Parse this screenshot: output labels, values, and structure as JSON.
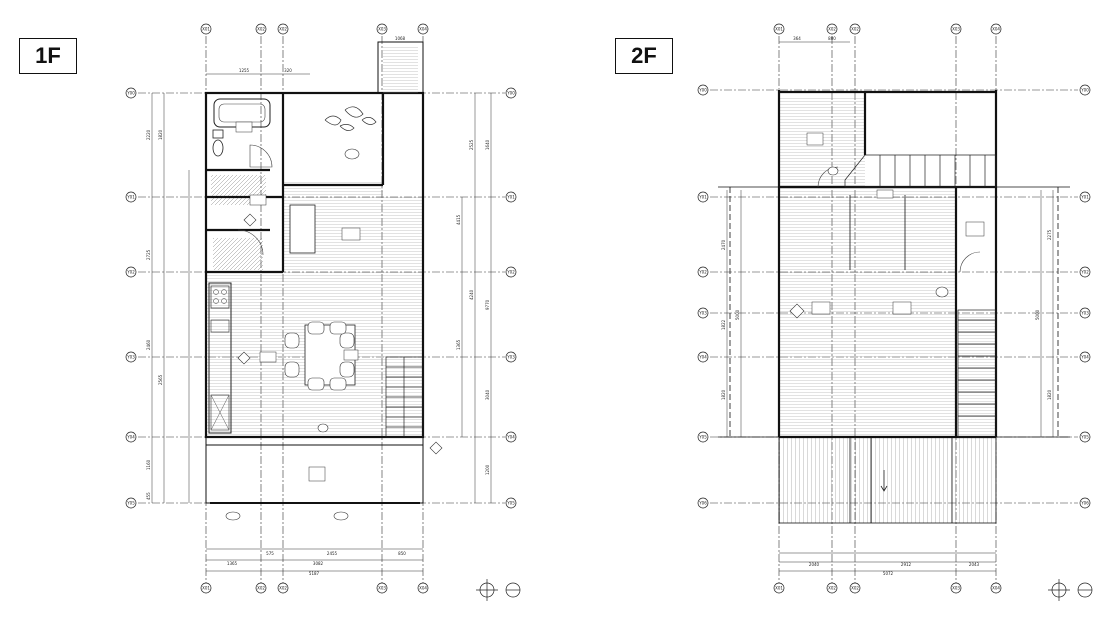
{
  "floors": [
    {
      "id": "1f",
      "label": "1F"
    },
    {
      "id": "2f",
      "label": "2F"
    }
  ],
  "grid_x_labels": [
    "X01",
    "X02",
    "X03",
    "X04"
  ],
  "grid_y_labels": [
    "Y00",
    "Y01",
    "Y02",
    "Y03",
    "Y04",
    "Y05",
    "Y06"
  ],
  "floor1": {
    "top_dims": [
      "1255",
      "320",
      "1068"
    ],
    "bottom_dims": [
      "1365",
      "3082",
      "575",
      "2455",
      "850",
      "5187"
    ],
    "left_dims": [
      "2220",
      "1820",
      "2725",
      "2460",
      "2565",
      "1160",
      "455"
    ],
    "right_dims": [
      "1640",
      "2525",
      "4415",
      "4240",
      "9770",
      "1365",
      "3040",
      "1200"
    ]
  },
  "floor2": {
    "top_dims": [
      "364",
      "800"
    ],
    "bottom_dims": [
      "2040",
      "2912",
      "2043",
      "5072"
    ],
    "left_dims": [
      "2470",
      "5000",
      "1822",
      "1820"
    ],
    "right_dims": [
      "2275",
      "5000",
      "1820"
    ]
  }
}
